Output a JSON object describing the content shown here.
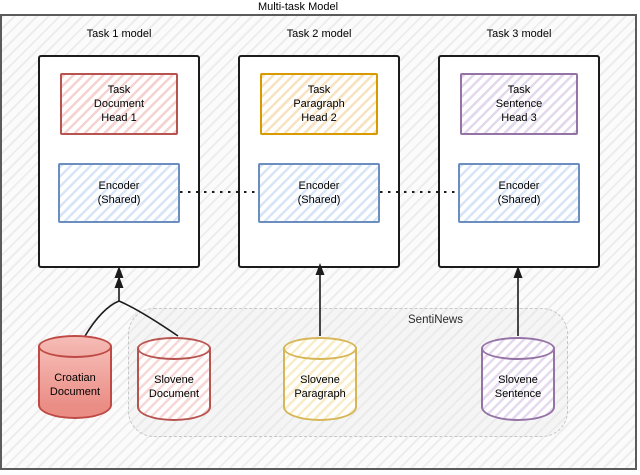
{
  "title": "Multi-task Model",
  "models": [
    {
      "label": "Task 1 model",
      "head": "Task\nDocument\nHead 1",
      "encoder": "Encoder\n(Shared)",
      "colors": {
        "border": "#b85450",
        "stripe": "#f4d3d1"
      }
    },
    {
      "label": "Task 2 model",
      "head": "Task\nParagraph\nHead 2",
      "encoder": "Encoder\n(Shared)",
      "colors": {
        "border": "#d79b00",
        "stripe": "#f8e3c0"
      }
    },
    {
      "label": "Task 3 model",
      "head": "Task\nSentence\nHead 3",
      "encoder": "Encoder\n(Shared)",
      "colors": {
        "border": "#9673a6",
        "stripe": "#e4d9ec"
      }
    }
  ],
  "encoder_color": {
    "border": "#6c8ebf",
    "stripe": "#d8e5f6"
  },
  "datasets": {
    "group_label": "SentiNews",
    "items": [
      {
        "label": "Croatian\nDocument",
        "colors": {
          "border": "#bf4a45",
          "fill_top": "#f6bcb6",
          "fill_bottom": "#ea8d85"
        }
      },
      {
        "label": "Slovene\nDocument",
        "colors": {
          "border": "#b85450",
          "stripe": "#f6d8d6"
        }
      },
      {
        "label": "Slovene\nParagraph",
        "colors": {
          "border": "#d6b656",
          "stripe": "#f9edc8"
        }
      },
      {
        "label": "Slovene\nSentence",
        "colors": {
          "border": "#9673a6",
          "stripe": "#e6dbee"
        }
      }
    ]
  }
}
